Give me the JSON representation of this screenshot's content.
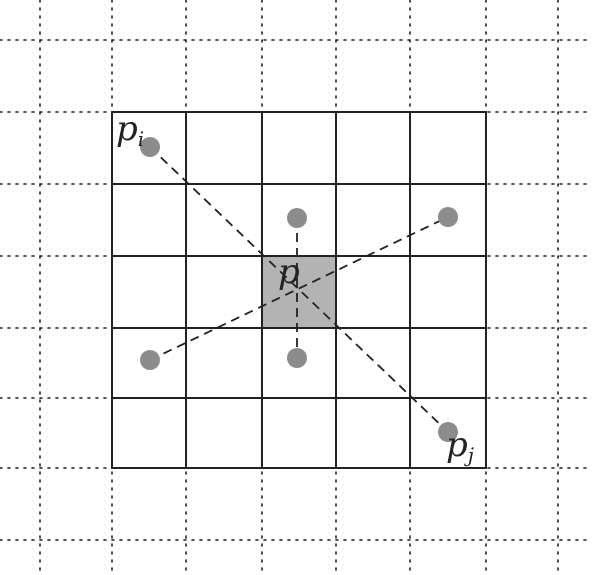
{
  "labels": {
    "p": "p",
    "pi_base": "p",
    "pi_sub": "i",
    "pj_base": "p",
    "pj_sub": "j"
  },
  "colors": {
    "point": "#8c8c8c",
    "center_cell": "#b3b3b3",
    "lines": "#222222"
  },
  "grid": {
    "inner_cells": 5,
    "style_inner": "solid",
    "style_outer": "dotted"
  }
}
